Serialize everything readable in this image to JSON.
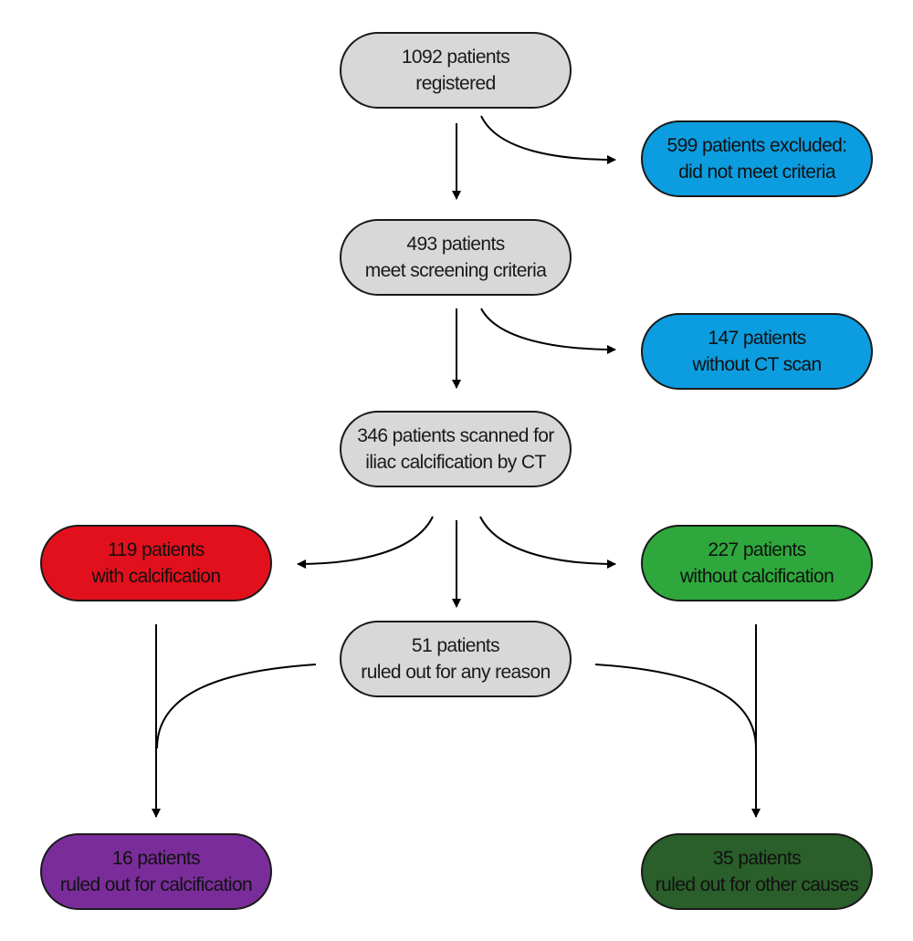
{
  "nodes": {
    "registered": {
      "line1": "1092 patients",
      "line2": "registered",
      "color": "#d8d8d8"
    },
    "excluded": {
      "line1": "599 patients excluded:",
      "line2": "did not meet criteria",
      "color": "#0b9de0"
    },
    "screening": {
      "line1": "493 patients",
      "line2": "meet screening criteria",
      "color": "#d8d8d8"
    },
    "without_ct": {
      "line1": "147 patients",
      "line2": "without CT scan",
      "color": "#0b9de0"
    },
    "scanned": {
      "line1": "346 patients scanned for",
      "line2": "iliac calcification by CT",
      "color": "#d8d8d8"
    },
    "with_calc": {
      "line1": "119 patients",
      "line2": "with calcification",
      "color": "#e2101d"
    },
    "without_calc": {
      "line1": "227 patients",
      "line2": "without calcification",
      "color": "#2ea83c"
    },
    "ruled_out_any": {
      "line1": "51 patients",
      "line2": "ruled out for any reason",
      "color": "#d8d8d8"
    },
    "ruled_out_calc": {
      "line1": "16 patients",
      "line2": "ruled out for calcification",
      "color": "#7a2d9a"
    },
    "ruled_out_other": {
      "line1": "35 patients",
      "line2": "ruled out for other causes",
      "color": "#2a5e2a"
    }
  }
}
